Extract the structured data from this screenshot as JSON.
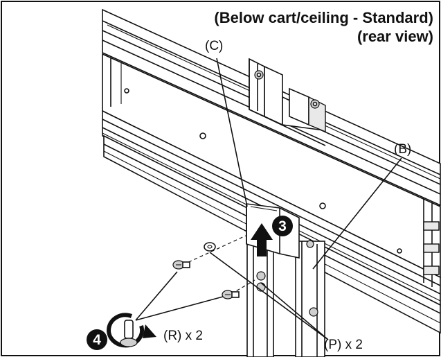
{
  "title": {
    "line1": "(Below cart/ceiling - Standard)",
    "line2": "(rear view)"
  },
  "callouts": {
    "c": "(C)",
    "b": "(B)",
    "p": "(P) x 2",
    "r": "(R) x 2"
  },
  "steps": {
    "three": "3",
    "four": "4"
  },
  "icons": {
    "up_arrow": "push-up-arrow-icon",
    "rotate": "rotate-clockwise-icon"
  }
}
